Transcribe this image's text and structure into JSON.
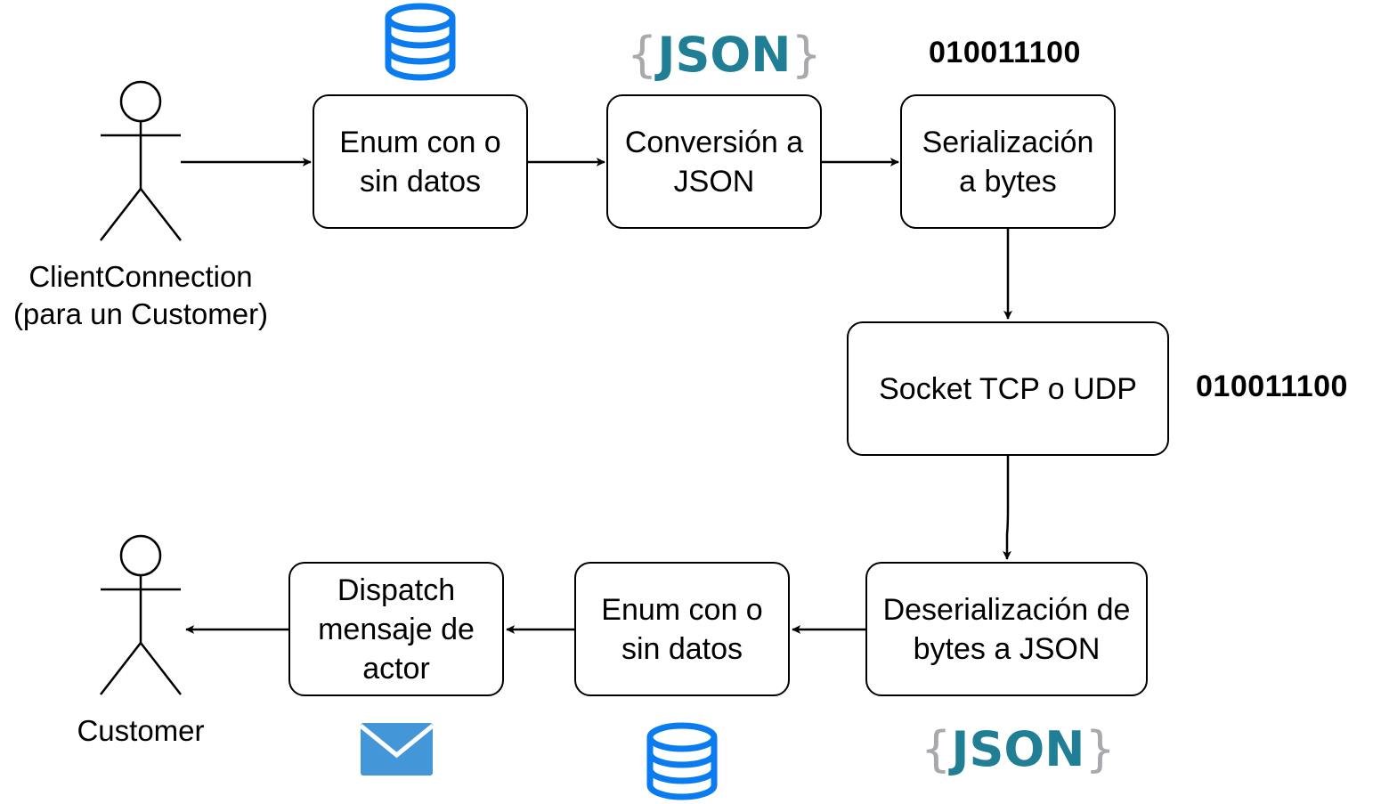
{
  "diagram": {
    "actors": {
      "client": {
        "label": "ClientConnection\n(para un Customer)"
      },
      "customer": {
        "label": "Customer"
      }
    },
    "boxes": {
      "enum_top": "Enum con o\nsin datos",
      "to_json": "Conversión a\nJSON",
      "serialize": "Serialización\na bytes",
      "socket": "Socket TCP o UDP",
      "deserialize": "Deserialización de\nbytes a JSON",
      "enum_bottom": "Enum con o\nsin datos",
      "dispatch": "Dispatch\nmensaje de\nactor"
    },
    "bits_top": "010011100",
    "bits_right": "010011100",
    "json_logo": {
      "open": "{",
      "word": "JSON",
      "close": "}"
    },
    "icons": {
      "db_top": "database-icon",
      "json_top": "json-logo",
      "json_bottom": "json-logo",
      "db_bottom": "database-icon",
      "mail": "envelope-icon"
    },
    "colors": {
      "db_blue": "#0a7cf0",
      "json_teal": "#217f95",
      "json_grey": "#a7a9ac",
      "mail_blue": "#4396d8"
    }
  }
}
